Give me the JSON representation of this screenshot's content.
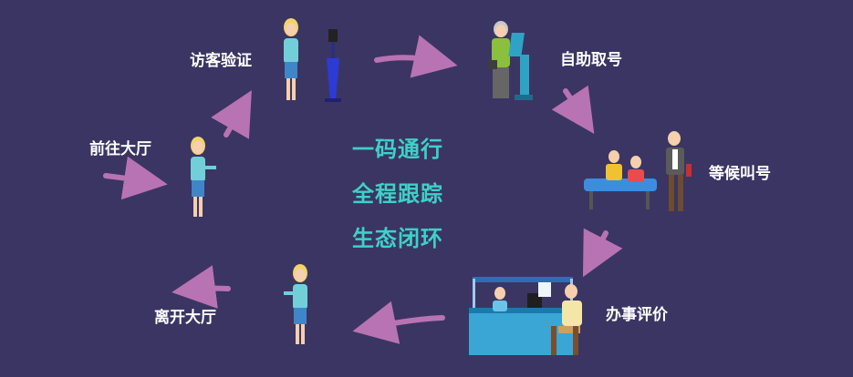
{
  "steps": [
    {
      "label": "前往大厅"
    },
    {
      "label": "访客验证"
    },
    {
      "label": "自助取号"
    },
    {
      "label": "等候叫号"
    },
    {
      "label": "办事评价"
    },
    {
      "label": "离开大厅"
    }
  ],
  "slogan": [
    "一码通行",
    "全程跟踪",
    "生态闭环"
  ],
  "colors": {
    "background": "#3b3563",
    "arrow": "#b873b4",
    "slogan": "#3fd0c9",
    "label": "#ffffff"
  }
}
